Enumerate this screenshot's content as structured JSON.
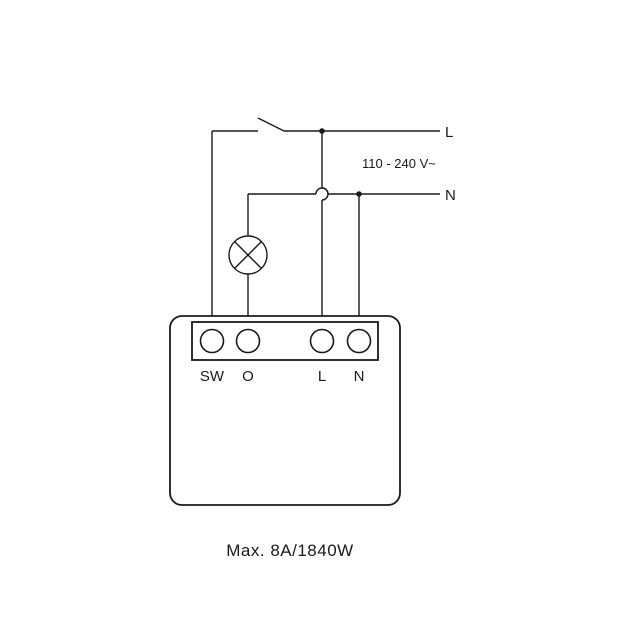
{
  "diagram": {
    "lines": {
      "live": "L",
      "neutral": "N"
    },
    "supply_voltage": "110 - 240 V~",
    "terminals": [
      {
        "id": "sw",
        "label": "SW"
      },
      {
        "id": "o",
        "label": "O"
      },
      {
        "id": "l",
        "label": "L"
      },
      {
        "id": "n",
        "label": "N"
      }
    ],
    "max_rating": "Max. 8A/1840W"
  }
}
